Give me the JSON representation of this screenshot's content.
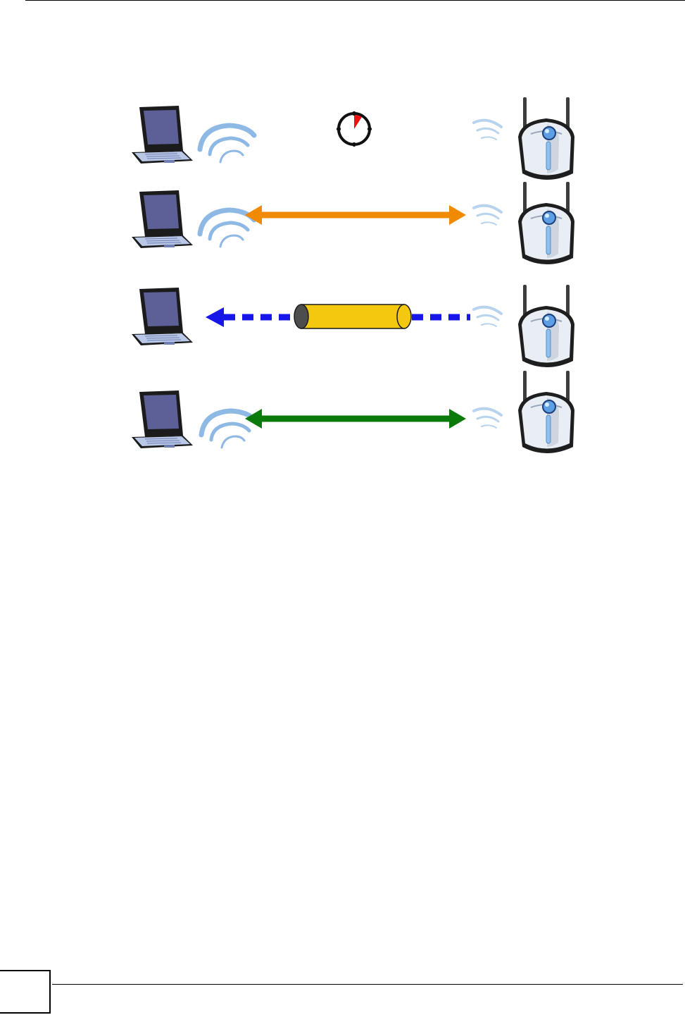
{
  "page": {
    "page_number": ""
  },
  "colors": {
    "orange_arrow": "#f08a00",
    "blue_dashed_arrow": "#1616e8",
    "green_arrow": "#0a7a0a",
    "tunnel_fill": "#f4c80f",
    "signal_wave": "#8fb9e5",
    "stopwatch_hand": "#ee1111"
  },
  "diagram": {
    "rows": [
      {
        "client": "laptop-icon",
        "access_point": "access-point-icon",
        "link": "stopwatch-icon"
      },
      {
        "client": "laptop-icon",
        "access_point": "access-point-icon",
        "link": "double-arrow"
      },
      {
        "client": "laptop-icon",
        "access_point": "access-point-icon",
        "link": "dashed-arrow-through-tunnel"
      },
      {
        "client": "laptop-icon",
        "access_point": "access-point-icon",
        "link": "double-arrow"
      }
    ]
  }
}
